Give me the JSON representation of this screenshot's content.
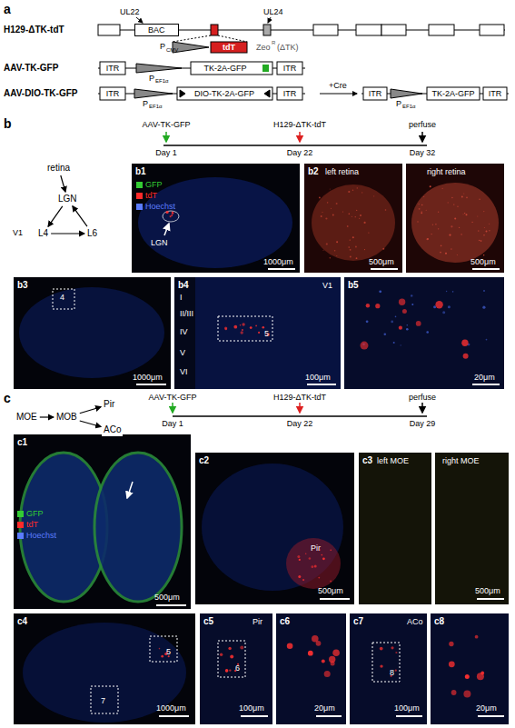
{
  "diagram": {
    "nodes": [
      {
        "text": [
          "BAC"
        ]
      },
      {
        "text": [
          "retina"
        ]
      },
      {
        "text": [
          "LGN"
        ]
      },
      {
        "text": [
          "L4"
        ]
      },
      {
        "text": [
          "L6"
        ]
      },
      {
        "text": [
          "MOE"
        ]
      },
      {
        "text": [
          "MOB"
        ]
      },
      {
        "text": [
          "Pir"
        ]
      },
      {
        "text": [
          "ACo"
        ]
      }
    ],
    "edges": [
      {
        "from": 1,
        "to": 2,
        "arrow": "to"
      },
      {
        "from": 2,
        "to": 3,
        "arrow": "to"
      },
      {
        "from": 3,
        "to": 4,
        "arrow": "to"
      },
      {
        "from": 4,
        "to": 2,
        "arrow": "to"
      },
      {
        "from": 5,
        "to": 6,
        "arrow": "to"
      },
      {
        "from": 6,
        "to": 7,
        "arrow": "to"
      },
      {
        "from": 6,
        "to": 8,
        "arrow": "to"
      }
    ],
    "labels": [
      "a",
      "H129-ΔTK-tdT",
      "UL22",
      "UL24",
      "P",
      "CMV",
      "tdT",
      "Zeo",
      "R",
      "(ΔTK)",
      "AAV-TK-GFP",
      "ITR",
      "P",
      "EF1α",
      "TK-2A-GFP",
      "ITR",
      "AAV-DIO-TK-GFP",
      "ITR",
      "P",
      "EF1α",
      "DIO-TK-2A-GFP",
      "ITR",
      "+Cre",
      "ITR",
      "P",
      "EF1α",
      "TK-2A-GFP",
      "ITR",
      "b",
      "AAV-TK-GFP",
      "Day 1",
      "H129-ΔTK-tdT",
      "Day 22",
      "perfuse",
      "Day 32",
      "V1",
      "b1",
      "LGN",
      "1000μm",
      "b2",
      "left retina",
      "right retina",
      "500μm",
      "500μm",
      "b3",
      "4",
      "1000μm",
      "b4",
      "V1",
      "I",
      "II/III",
      "IV",
      "V",
      "VI",
      "5",
      "100μm",
      "b5",
      "20μm",
      "c",
      "AAV-TK-GFP",
      "Day 1",
      "H129-ΔTK-tdT",
      "Day 22",
      "perfuse",
      "Day 29",
      "c1",
      "500μm",
      "c2",
      "Pir",
      "500μm",
      "c3",
      "left MOE",
      "right MOE",
      "500μm",
      "c4",
      "5",
      "7",
      "1000μm",
      "c5",
      "Pir",
      "6",
      "100μm",
      "c6",
      "20μm",
      "c7",
      "ACo",
      "8",
      "100μm",
      "c8",
      "20μm"
    ],
    "legend": [
      {
        "text": "GFP",
        "color": "#33cc33"
      },
      {
        "text": "tdT",
        "color": "#ff2a2a"
      },
      {
        "text": "Hoechst",
        "color": "#5b7cff"
      },
      {
        "text": "GFP",
        "color": "#33cc33"
      },
      {
        "text": "tdT",
        "color": "#ff2a2a"
      },
      {
        "text": "Hoechst",
        "color": "#5b7cff"
      }
    ]
  }
}
